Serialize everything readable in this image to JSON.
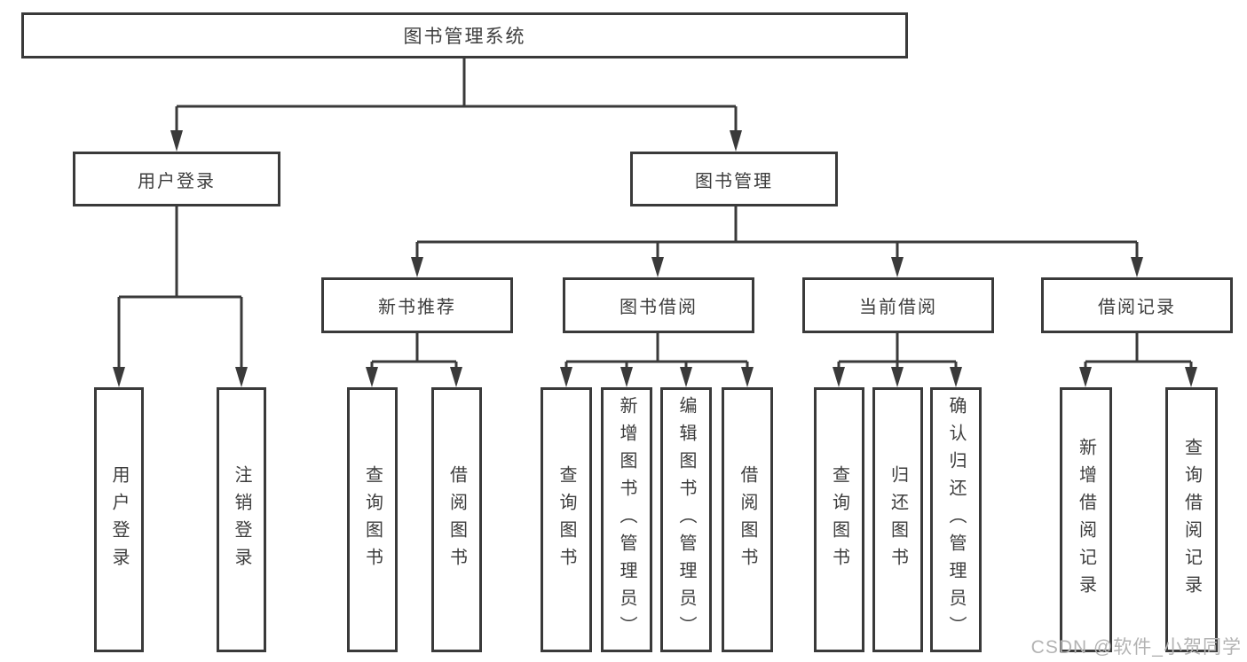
{
  "tree": {
    "root": {
      "label": "图书管理系统"
    },
    "branches": [
      {
        "label": "用户登录",
        "leaves": [
          {
            "label": "用户登录"
          },
          {
            "label": "注销登录"
          }
        ]
      },
      {
        "label": "图书管理",
        "groups": [
          {
            "label": "新书推荐",
            "leaves": [
              {
                "label": "查询图书"
              },
              {
                "label": "借阅图书"
              }
            ]
          },
          {
            "label": "图书借阅",
            "leaves": [
              {
                "label": "查询图书"
              },
              {
                "label": "新增图书（管理员）"
              },
              {
                "label": "编辑图书（管理员）"
              },
              {
                "label": "借阅图书"
              }
            ]
          },
          {
            "label": "当前借阅",
            "leaves": [
              {
                "label": "查询图书"
              },
              {
                "label": "归还图书"
              },
              {
                "label": "确认归还（管理员）"
              }
            ]
          },
          {
            "label": "借阅记录",
            "leaves": [
              {
                "label": "新增借阅记录"
              },
              {
                "label": "查询借阅记录"
              }
            ]
          }
        ]
      }
    ]
  },
  "watermark": {
    "text": "CSDN @软件_小贺同学"
  },
  "colors": {
    "line": "#3a3a3a",
    "text": "#3d3d3d",
    "watermark": "#b3b3b3",
    "background": "#ffffff"
  }
}
